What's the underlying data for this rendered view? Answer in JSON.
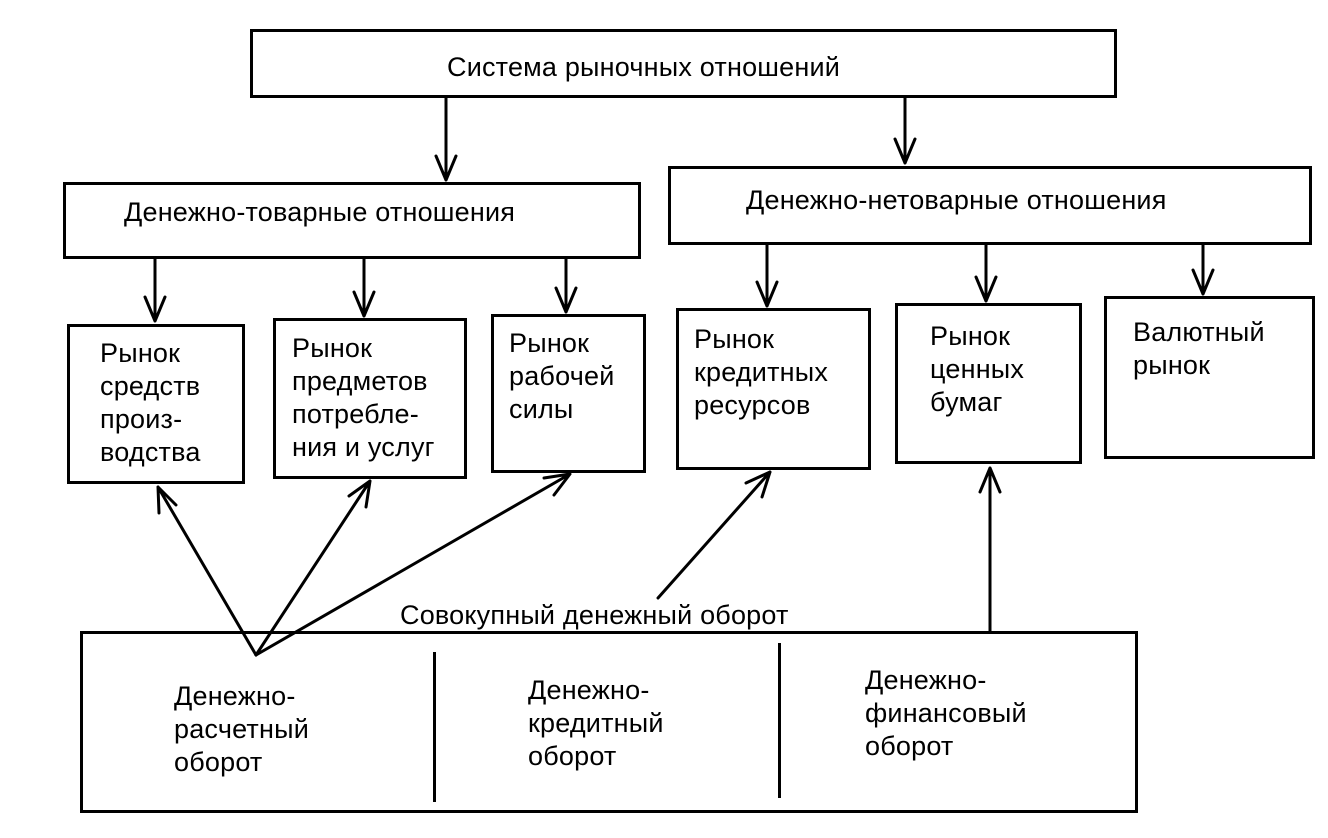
{
  "diagram": {
    "top": {
      "title": "Система рыночных отношений"
    },
    "branches": {
      "commodity": "Денежно-товарные отношения",
      "noncommodity": "Денежно-нетоварные отношения"
    },
    "markets": {
      "means_of_production": "Рынок\nсредств\nпроиз-\nводства",
      "consumer_goods": "Рынок\nпредметов\nпотребле-\nния и услуг",
      "labor": "Рынок\nрабочей\nсилы",
      "credit": "Рынок\nкредитных\nресурсов",
      "securities": "Рынок\nценных\nбумаг",
      "currency": "Валютный\nрынок"
    },
    "turnover": {
      "caption": "Совокупный денежный оборот",
      "settlement": "Денежно-\nрасчетный\nоборот",
      "credit": "Денежно-\nкредитный\nоборот",
      "financial": "Денежно-\nфинансовый\nоборот"
    }
  }
}
